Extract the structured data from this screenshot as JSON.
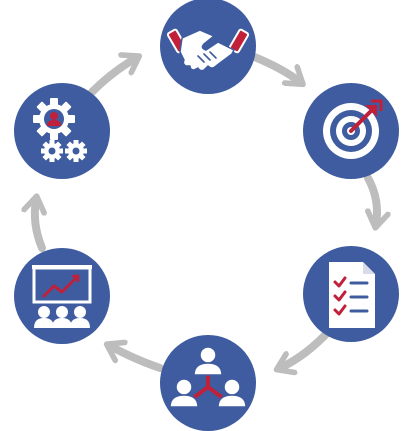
{
  "colors": {
    "circle_fill": "#3e5c9f",
    "circle_shadow": "#2f4a86",
    "icon_white": "#ffffff",
    "accent_red": "#c0203a",
    "arrow_gray": "#bdbdbd"
  },
  "cycle": {
    "direction": "clockwise",
    "nodes": [
      {
        "id": "partnership",
        "icon": "handshake-icon"
      },
      {
        "id": "goal",
        "icon": "target-icon"
      },
      {
        "id": "checklist",
        "icon": "checklist-icon"
      },
      {
        "id": "team",
        "icon": "team-network-icon"
      },
      {
        "id": "presentation",
        "icon": "presentation-icon"
      },
      {
        "id": "management",
        "icon": "gear-person-icon"
      }
    ]
  }
}
